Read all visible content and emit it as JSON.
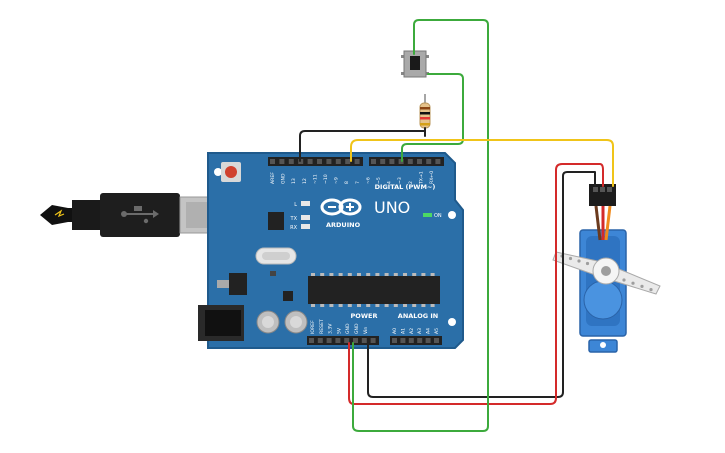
{
  "board": {
    "brand": "ARDUINO",
    "model": "UNO",
    "digital_label": "DIGITAL (PWM~)",
    "power_label": "POWER",
    "analog_label": "ANALOG IN",
    "on_label": "ON",
    "led_labels": [
      "L",
      "TX",
      "RX"
    ],
    "digital_pins": [
      "AREF",
      "GND",
      "13",
      "12",
      "~11",
      "~10",
      "~9",
      "8",
      "7",
      "~6",
      "~5",
      "4",
      "~3",
      "2",
      "TX→1",
      "RX←0"
    ],
    "power_pins": [
      "IOREF",
      "RESET",
      "3.3V",
      "5V",
      "GND",
      "GND",
      "Vin"
    ],
    "analog_pins": [
      "A0",
      "A1",
      "A2",
      "A3",
      "A4",
      "A5"
    ]
  },
  "colors": {
    "board": "#2b6fa8",
    "board_edge": "#1f5a8c",
    "wire_green": "#3caa3c",
    "wire_yellow": "#f0c419",
    "wire_red": "#d42a2a",
    "wire_black": "#222222",
    "servo_body": "#3d86d6"
  },
  "components": [
    "usb-plug",
    "pushbutton",
    "resistor",
    "servo-motor"
  ]
}
